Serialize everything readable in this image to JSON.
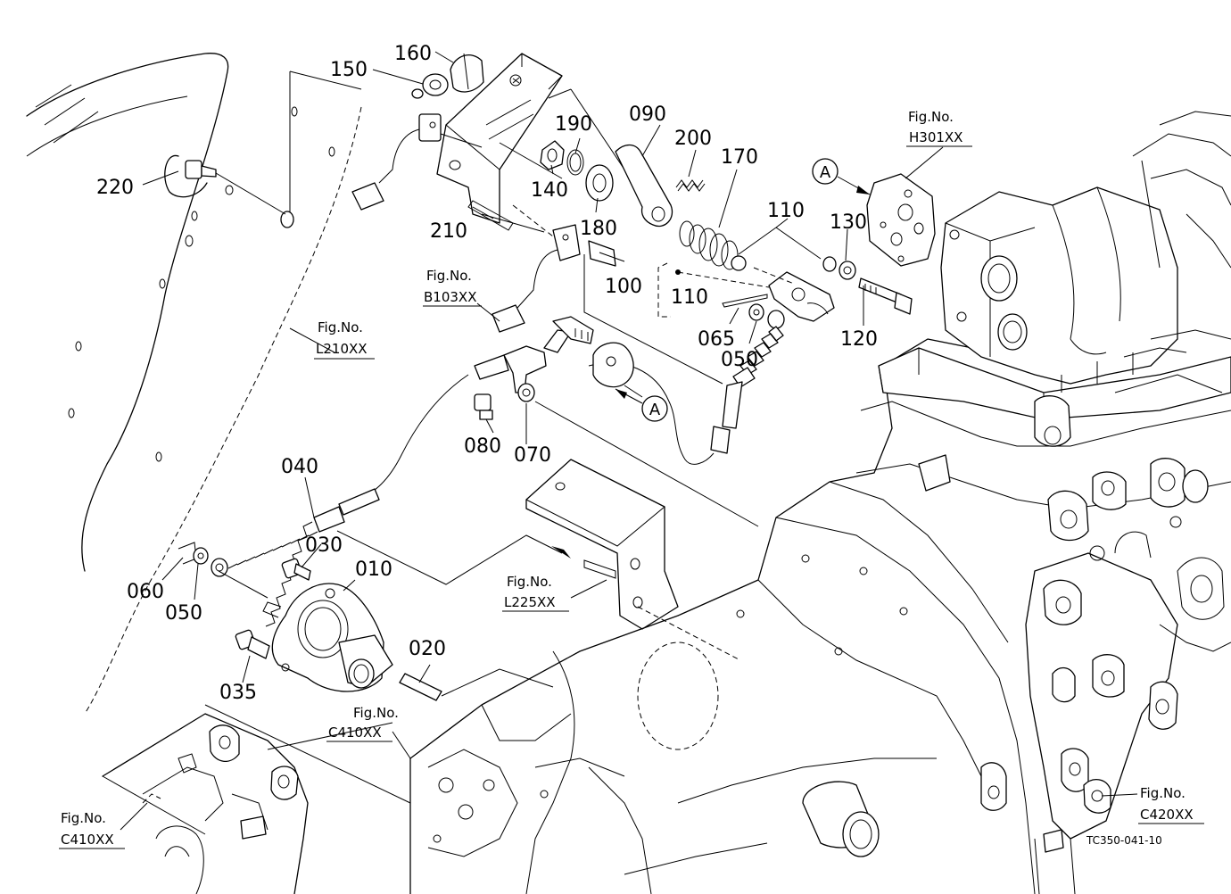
{
  "parts": {
    "p010": "010",
    "p020": "020",
    "p030": "030",
    "p035": "035",
    "p040": "040",
    "p050a": "050",
    "p050b": "050",
    "p060": "060",
    "p065": "065",
    "p070": "070",
    "p080": "080",
    "p090": "090",
    "p100": "100",
    "p110a": "110",
    "p110b": "110",
    "p120": "120",
    "p130": "130",
    "p140": "140",
    "p150": "150",
    "p160": "160",
    "p170": "170",
    "p180": "180",
    "p190": "190",
    "p200": "200",
    "p210": "210",
    "p220": "220"
  },
  "fig_refs": {
    "l210": {
      "prefix": "Fig.No.",
      "code": "L210XX"
    },
    "b103": {
      "prefix": "Fig.No.",
      "code": "B103XX"
    },
    "h301": {
      "prefix": "Fig.No.",
      "code": "H301XX"
    },
    "l225": {
      "prefix": "Fig.No.",
      "code": "L225XX"
    },
    "c410a": {
      "prefix": "Fig.No.",
      "code": "C410XX"
    },
    "c410b": {
      "prefix": "Fig.No.",
      "code": "C410XX"
    },
    "c420": {
      "prefix": "Fig.No.",
      "code": "C420XX"
    }
  },
  "markers": {
    "a1": "A",
    "a2": "A"
  },
  "drawing_code": "TC350-041-10"
}
